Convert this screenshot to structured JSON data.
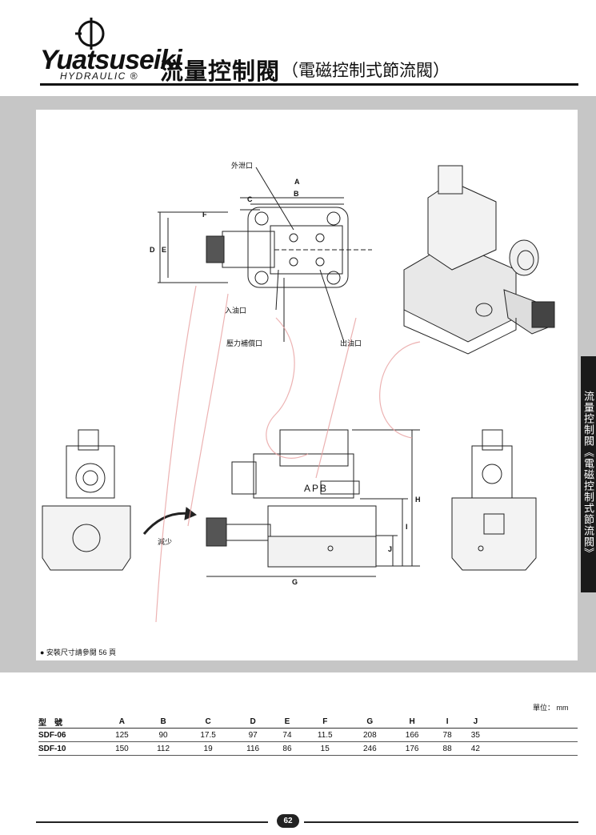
{
  "header": {
    "brand": "Yuatsuseiki",
    "brand_sub": "HYDRAULIC ®",
    "title": "流量控制閥",
    "subtitle": "（電磁控制式節流閥）"
  },
  "side_tab": "流量控制閥《電磁控制式節流閥》",
  "diagram": {
    "labels": {
      "external_drain": "外泄口",
      "inlet": "入油口",
      "pressure_comp": "壓力補償口",
      "outlet": "出油口",
      "reduce": "減少",
      "nameplate": "APB",
      "dim_a": "A",
      "dim_b": "B",
      "dim_c": "C",
      "dim_d": "D",
      "dim_e": "E",
      "dim_f": "F",
      "dim_g": "G",
      "dim_h": "H",
      "dim_i": "I",
      "dim_j": "J"
    }
  },
  "note": "● 安裝尺寸請參閱 56 頁",
  "unit": "單位： mm",
  "table": {
    "headers": [
      "型　號",
      "A",
      "B",
      "C",
      "D",
      "E",
      "F",
      "G",
      "H",
      "I",
      "J"
    ],
    "rows": [
      [
        "SDF-06",
        "125",
        "90",
        "17.5",
        "97",
        "74",
        "11.5",
        "208",
        "166",
        "78",
        "35"
      ],
      [
        "SDF-10",
        "150",
        "112",
        "19",
        "116",
        "86",
        "15",
        "246",
        "176",
        "88",
        "42"
      ]
    ]
  },
  "page_number": "62"
}
